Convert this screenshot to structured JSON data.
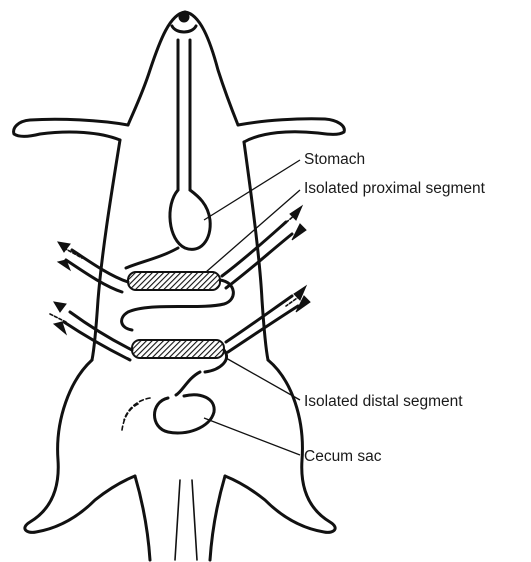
{
  "labels": {
    "stomach": "Stomach",
    "proximal": "Isolated proximal segment",
    "distal": "Isolated distal segment",
    "cecum": "Cecum sac"
  }
}
